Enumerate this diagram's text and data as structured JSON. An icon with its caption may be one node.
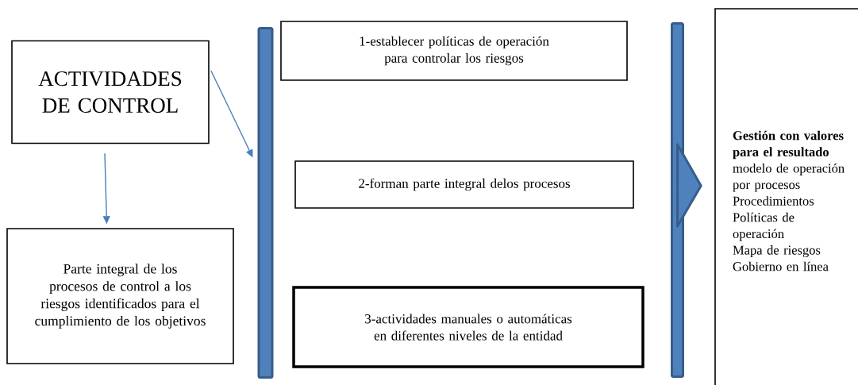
{
  "diagram": {
    "nodes": [
      {
        "text": [
          "ACTIVIDADES DE CONTROL"
        ]
      },
      {
        "text": [
          "Parte integral de los procesos de control a los riesgos identificados para el cumplimiento de los objetivos"
        ]
      },
      {
        "text": [],
        "shape": "bar"
      },
      {
        "text": [
          "1-establecer políticas de operación para controlar los riesgos"
        ]
      },
      {
        "text": [
          "2-forman parte integral delos procesos"
        ]
      },
      {
        "text": [
          "3-actividades manuales o automáticas en diferentes niveles de la entidad"
        ]
      },
      {
        "text": [],
        "shape": "bar"
      },
      {
        "text": [
          "Gestión con valores para el resultado",
          "modelo de operación por procesos",
          "Procedimientos",
          "Políticas de operación",
          "Mapa de riesgos",
          "Gobierno en línea"
        ]
      }
    ],
    "edges": [
      {
        "from": 0,
        "to": 1,
        "arrow": "to"
      },
      {
        "from": 0,
        "to": 2,
        "arrow": "to"
      },
      {
        "from": 6,
        "to": 7,
        "arrow": "to",
        "style": "thick"
      }
    ]
  }
}
